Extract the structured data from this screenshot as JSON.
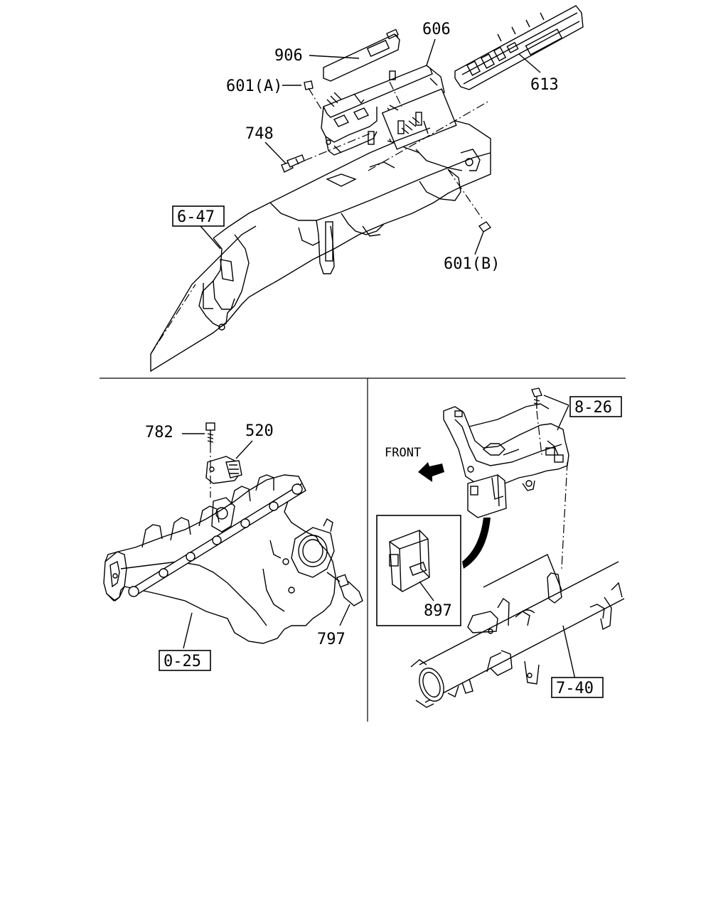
{
  "diagram": {
    "top_section": {
      "labels": [
        "906",
        "606",
        "601(A)",
        "613",
        "748",
        "601(B)"
      ],
      "boxed_ref": "6-47"
    },
    "bottom_left_section": {
      "labels": [
        "782",
        "520",
        "797"
      ],
      "boxed_ref": "0-25"
    },
    "bottom_right_section": {
      "labels": [
        "FRONT",
        "897"
      ],
      "boxed_refs": [
        "8-26",
        "7-40"
      ]
    }
  }
}
